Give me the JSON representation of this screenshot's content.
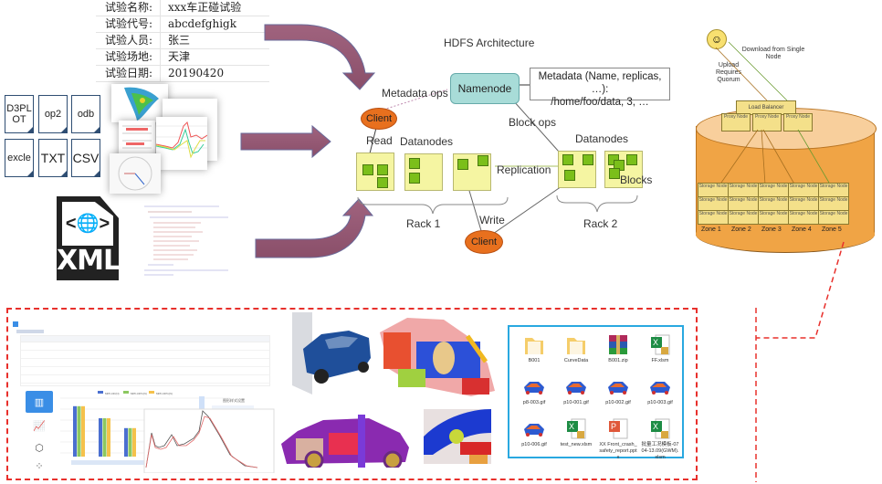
{
  "info_table": {
    "rows": [
      {
        "key": "试验名称:",
        "value": "xxx车正碰试验"
      },
      {
        "key": "试验代号:",
        "value": "abcdefghigk"
      },
      {
        "key": "试验人员:",
        "value": "张三"
      },
      {
        "key": "试验场地:",
        "value": "天津"
      },
      {
        "key": "试验日期:",
        "value": "20190420"
      }
    ]
  },
  "file_formats": [
    "D3PL OT",
    "op2",
    "odb",
    "excle",
    "TXT",
    "CSV"
  ],
  "xml_icon": {
    "label": "XML",
    "glyph": "<🌐>"
  },
  "hdfs": {
    "title": "HDFS Architecture",
    "namenode": "Namenode",
    "metadata_line1": "Metadata (Name, replicas, …):",
    "metadata_line2": "/home/foo/data, 3, …",
    "metadata_ops": "Metadata ops",
    "client_top": "Client",
    "client_bottom": "Client",
    "block_ops": "Block ops",
    "read": "Read",
    "write": "Write",
    "datanodes_left": "Datanodes",
    "datanodes_right": "Datanodes",
    "replication": "Replication",
    "blocks": "Blocks",
    "rack1": "Rack 1",
    "rack2": "Rack 2"
  },
  "storage": {
    "download": "Download from Single Node",
    "upload": "Upload Requires Quorum",
    "load_balancer": "Load Balancer",
    "proxy_node": "Proxy Node",
    "storage_node": "Storage Node",
    "zones": [
      "Zone 1",
      "Zone 2",
      "Zone 3",
      "Zone 4",
      "Zone 5"
    ]
  },
  "dashboard": {
    "legend": [
      "MPF-DF(N)",
      "MPF-DPC(N)",
      "MPF-DPC(N)"
    ],
    "sidebar": [
      "柱状图",
      "折线图",
      "雷达图",
      "散点图"
    ],
    "panel_title": "图形样式设置",
    "colors": {
      "series1": "#4a6fd0",
      "series2": "#8cc860",
      "series3": "#f5c14b",
      "curve_a": "#555555",
      "curve_b": "#e36c6c"
    }
  },
  "explorer": {
    "items": [
      {
        "name": "B001",
        "type": "folder"
      },
      {
        "name": "CurveData",
        "type": "folder"
      },
      {
        "name": "B001.zip",
        "type": "zip"
      },
      {
        "name": "FF.xlsm",
        "type": "excel"
      },
      {
        "name": "p8-003.gif",
        "type": "gif"
      },
      {
        "name": "p10-001.gif",
        "type": "gif"
      },
      {
        "name": "p10-002.gif",
        "type": "gif"
      },
      {
        "name": "p10-003.gif",
        "type": "gif"
      },
      {
        "name": "p10-006.gif",
        "type": "gif"
      },
      {
        "name": "test_new.xlsm",
        "type": "excel"
      },
      {
        "name": "XX Front_crash_safety_report.pptx",
        "type": "ppt"
      },
      {
        "name": "批量工况模板-0704-13.09(GWM).xlsm",
        "type": "excel"
      }
    ]
  }
}
